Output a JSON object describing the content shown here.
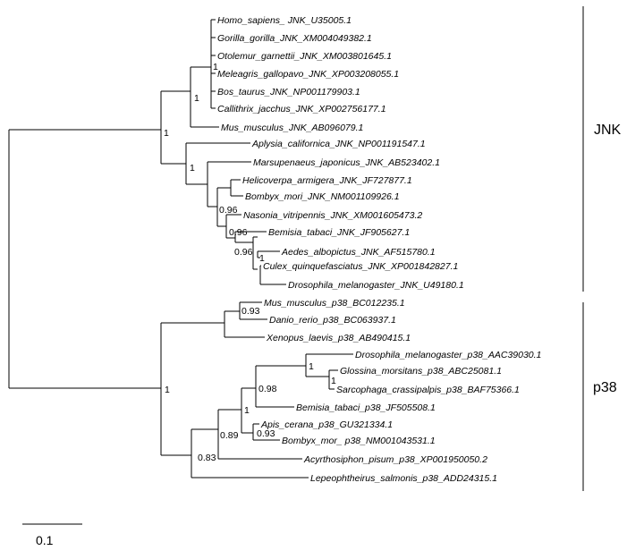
{
  "tree": {
    "leaves": [
      {
        "id": "L1",
        "label": "Homo_sapiens_ JNK_U35005.1"
      },
      {
        "id": "L2",
        "label": "Gorilla_gorilla_JNK_XM004049382.1"
      },
      {
        "id": "L3",
        "label": "Otolemur_garnettii_JNK_XM003801645.1"
      },
      {
        "id": "L4",
        "label": "Meleagris_gallopavo_JNK_XP003208055.1"
      },
      {
        "id": "L5",
        "label": "Bos_taurus_JNK_NP001179903.1"
      },
      {
        "id": "L6",
        "label": "Callithrix_jacchus_JNK_XP002756177.1"
      },
      {
        "id": "L7",
        "label": "Mus_musculus_JNK_AB096079.1"
      },
      {
        "id": "L8",
        "label": "Aplysia_californica_JNK_NP001191547.1"
      },
      {
        "id": "L9",
        "label": "Marsupenaeus_japonicus_JNK_AB523402.1"
      },
      {
        "id": "L10",
        "label": "Helicoverpa_armigera_JNK_JF727877.1"
      },
      {
        "id": "L11",
        "label": "Bombyx_mori_JNK_NM001109926.1"
      },
      {
        "id": "L12",
        "label": "Nasonia_vitripennis_JNK_XM001605473.2"
      },
      {
        "id": "L13",
        "label": "Bemisia_tabaci_JNK_JF905627.1"
      },
      {
        "id": "L14",
        "label": "Aedes_albopictus_JNK_AF515780.1"
      },
      {
        "id": "L15",
        "label": "Culex_quinquefasciatus_JNK_XP001842827.1"
      },
      {
        "id": "L16",
        "label": "Drosophila_melanogaster_JNK_U49180.1"
      },
      {
        "id": "L17",
        "label": "Mus_musculus_p38_BC012235.1"
      },
      {
        "id": "L18",
        "label": "Danio_rerio_p38_BC063937.1"
      },
      {
        "id": "L19",
        "label": "Xenopus_laevis_p38_AB490415.1"
      },
      {
        "id": "L20",
        "label": "Drosophila_melanogaster_p38_AAC39030.1"
      },
      {
        "id": "L21",
        "label": "Glossina_morsitans_p38_ABC25081.1"
      },
      {
        "id": "L22",
        "label": "Sarcophaga_crassipalpis_p38_BAF75366.1"
      },
      {
        "id": "L23",
        "label": "Bemisia_tabaci_p38_JF505508.1"
      },
      {
        "id": "L24",
        "label": "Apis_cerana_p38_GU321334.1"
      },
      {
        "id": "L25",
        "label": "Bombyx_mor_ p38_NM001043531.1"
      },
      {
        "id": "L26",
        "label": "Acyrthosiphon_pisum_p38_XP001950050.2"
      },
      {
        "id": "L27",
        "label": "Lepeophtheirus_salmonis_p38_ADD24315.1"
      }
    ],
    "support_values": [
      {
        "node": "mammal-cluster",
        "value": "1"
      },
      {
        "node": "vertebrate-jnk",
        "value": "1"
      },
      {
        "node": "jnk-root",
        "value": "1"
      },
      {
        "node": "jnk-invertebrates",
        "value": "1"
      },
      {
        "node": "insect-jnk",
        "value": "0.96"
      },
      {
        "node": "bemisia-diptera-jnk",
        "value": "0.96"
      },
      {
        "node": "diptera-jnk",
        "value": "0.96"
      },
      {
        "node": "mosquito-jnk",
        "value": "1"
      },
      {
        "node": "vertebrate-p38",
        "value": "0.93"
      },
      {
        "node": "brachycera-p38",
        "value": "1"
      },
      {
        "node": "glossina-sarcophaga",
        "value": "1"
      },
      {
        "node": "diptera-p38",
        "value": "0.98"
      },
      {
        "node": "holometabola-p38",
        "value": "1"
      },
      {
        "node": "apis-bombyx",
        "value": "0.93"
      },
      {
        "node": "insect-p38",
        "value": "0.89"
      },
      {
        "node": "arthropod-p38",
        "value": "0.83"
      },
      {
        "node": "p38-root",
        "value": "1"
      }
    ],
    "groups": [
      {
        "id": "jnk",
        "label": "JNK"
      },
      {
        "id": "p38",
        "label": "p38"
      }
    ],
    "scale_bar": {
      "label": "0.1",
      "length": 0.1
    }
  }
}
